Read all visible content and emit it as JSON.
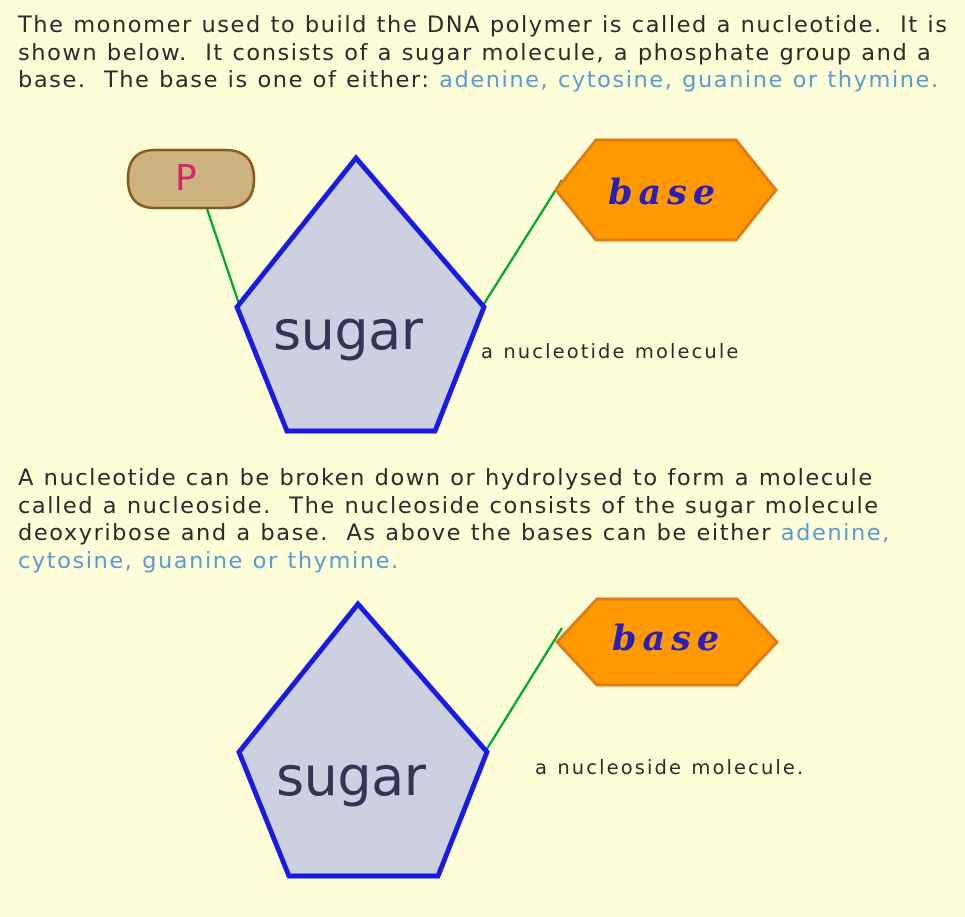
{
  "page": {
    "background_color": "#fdfdd7",
    "body_text_color": "#2b2b2b",
    "accent_blue": "#5b9bd5"
  },
  "paragraphs": {
    "intro": {
      "lead": "The monomer used to build the DNA polymer is called a nucleotide.  It is shown below.  It consists of a sugar molecule, a phosphate group and a base.  The base is one of either: ",
      "bases": "adenine, cytosine, guanine or thymine."
    },
    "nucleoside": {
      "lead": "A nucleotide can be broken down or hydrolysed to form a molecule called a nucleoside.  The nucleoside consists of the sugar molecule deoxyribose and a base.  As above the bases can be either ",
      "bases": "adenine, cytosine, guanine or thymine."
    }
  },
  "diagrams": {
    "nucleotide": {
      "caption": "a nucleotide molecule",
      "phosphate_label": "P",
      "sugar_label": "sugar",
      "base_label": "base"
    },
    "nucleoside": {
      "caption": "a nucleoside molecule.",
      "sugar_label": "sugar",
      "base_label": "base"
    }
  },
  "colors": {
    "pentagon_fill": "#ccd0e0",
    "pentagon_stroke": "#1a1ae6",
    "hexagon_fill": "#ff9900",
    "hexagon_stroke": "#e07b18",
    "phosphate_fill": "#ccb37f",
    "phosphate_stroke": "#8a5a1e",
    "phosphate_letter": "#d6246c",
    "bond_line": "#00aa2b",
    "sugar_text": "#343456",
    "base_text": "#2b1fb8"
  }
}
